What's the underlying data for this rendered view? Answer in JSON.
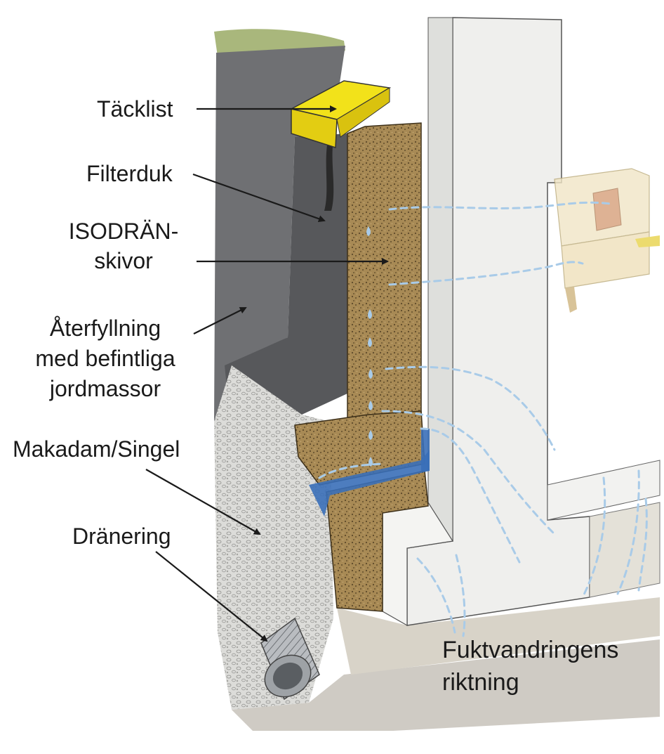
{
  "labels": {
    "tacklist": "Täcklist",
    "filterduk": "Filterduk",
    "isodran_line1": "ISODRÄN-",
    "isodran_line2": "skivor",
    "aterfyllning_line1": "Återfyllning",
    "aterfyllning_line2": "med befintliga",
    "aterfyllning_line3": "jordmassor",
    "makadam": "Makadam/Singel",
    "dranering": "Dränering",
    "fukt_line1": "Fuktvandringens",
    "fukt_line2": "riktning"
  },
  "colors": {
    "cover_strip": "#f2e21a",
    "insulation_board": "#a8864e",
    "backfill": "#6f7073",
    "gravel": "#d9d9d6",
    "membrane": "#3a6fb8",
    "moisture_arrows": "#a9cbe8",
    "foundation_wall": "#f2f2f0",
    "ink": "#1a1a1a"
  }
}
